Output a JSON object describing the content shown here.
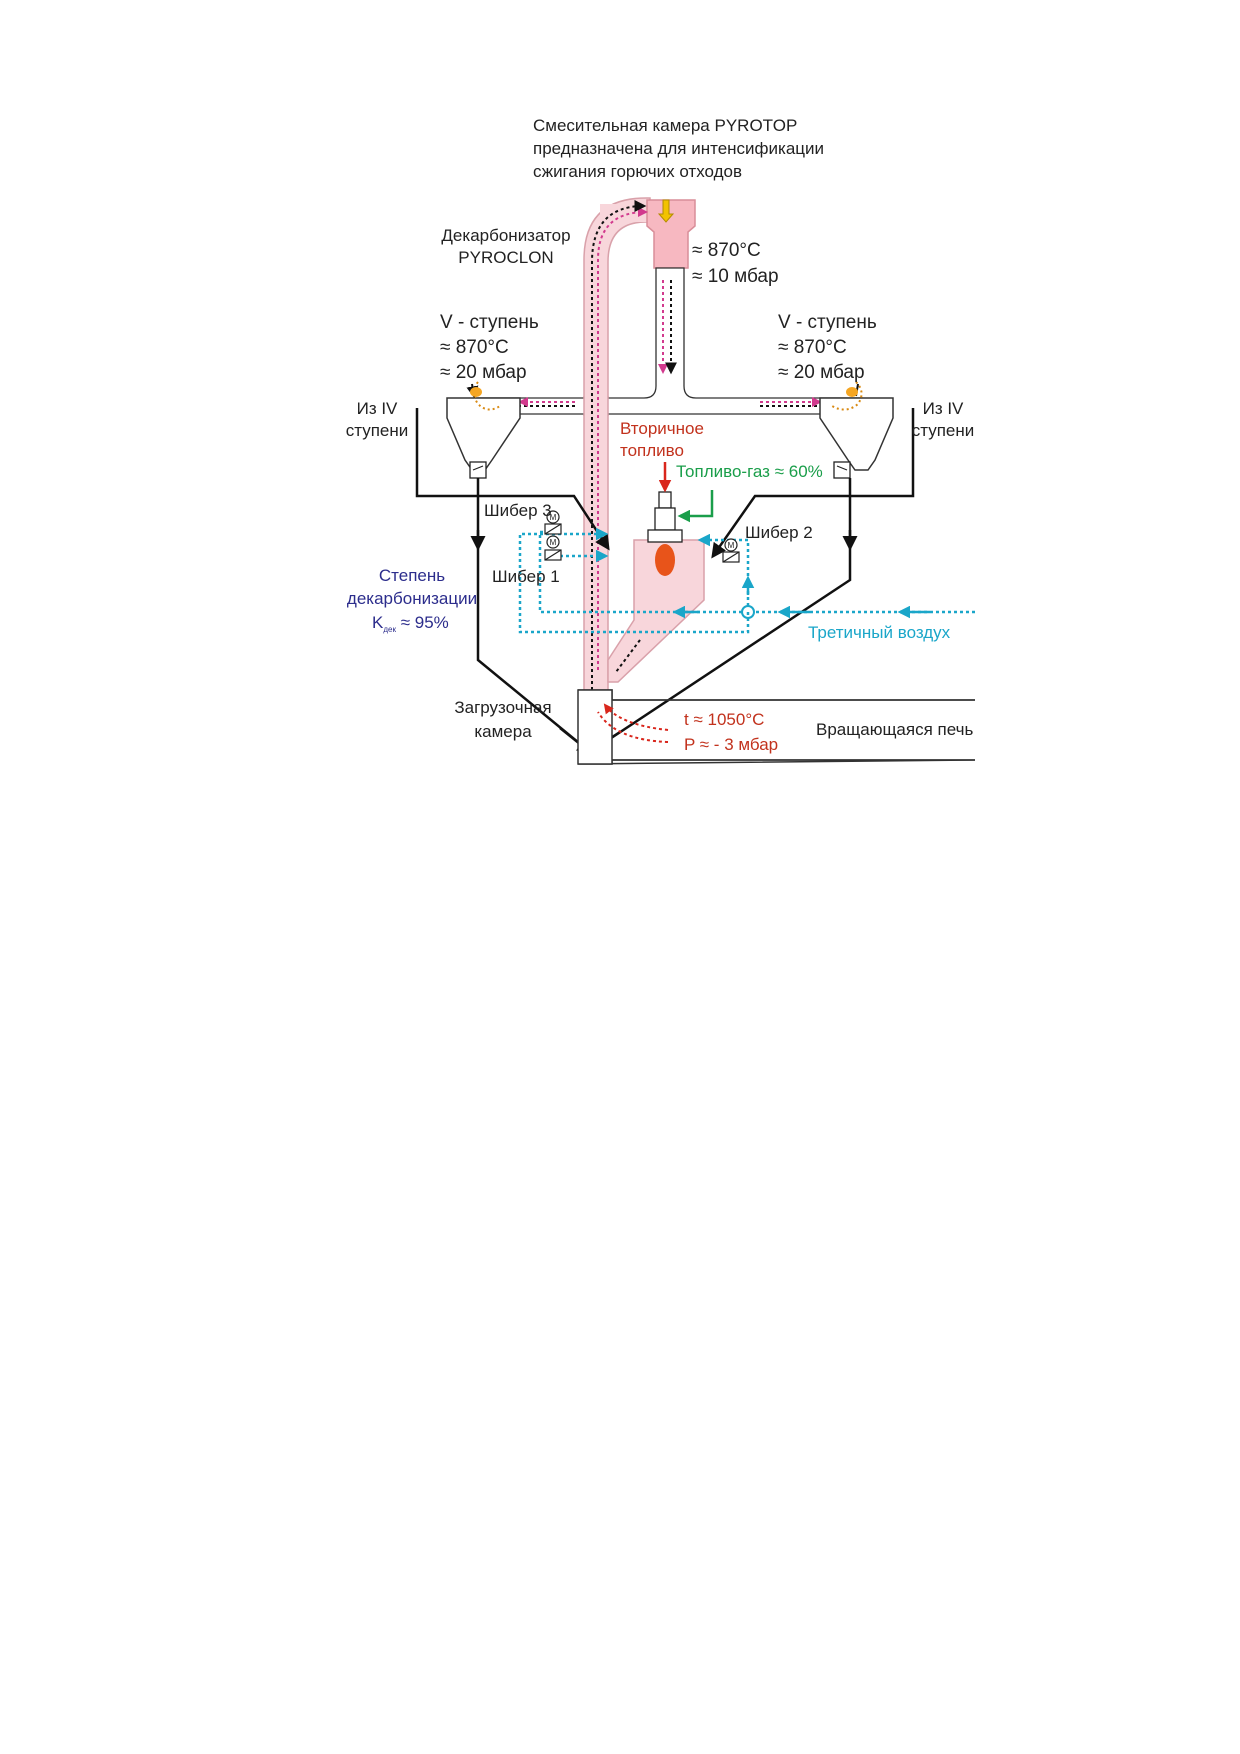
{
  "labels": {
    "pyrotop_line1": "Смесительная камера PYROTOP",
    "pyrotop_line2": "предназначена для интенсификации",
    "pyrotop_line3": "сжигания горючих отходов",
    "decarb_line1": "Декарбонизатор",
    "decarb_line2": "PYROCLON",
    "top_temp": "≈ 870°C",
    "top_pressure": "≈ 10 мбар",
    "stage_left_title": "V - ступень",
    "stage_left_temp": "≈ 870°C",
    "stage_left_pressure": "≈ 20 мбар",
    "stage_right_title": "V - ступень",
    "stage_right_temp": "≈ 870°C",
    "stage_right_pressure": "≈ 20 мбар",
    "from_iv_left_1": "Из IV",
    "from_iv_left_2": "ступени",
    "from_iv_right_1": "Из IV",
    "from_iv_right_2": "ступени",
    "secondary_fuel_1": "Вторичное",
    "secondary_fuel_2": "топливо",
    "fuel_gas": "Топливо-газ ≈ 60%",
    "damper_3": "Шибер 3",
    "damper_2": "Шибер 2",
    "damper_1": "Шибер 1",
    "decarb_degree_1": "Степень",
    "decarb_degree_2": "декарбонизации",
    "decarb_degree_k": "K",
    "decarb_degree_sub": "дек",
    "decarb_degree_val": " ≈  95%",
    "tertiary_air": "Третичный воздух",
    "loading_chamber_1": "Загрузочная",
    "loading_chamber_2": "камера",
    "kiln_temp": "t ≈ 1050°C",
    "kiln_pressure": "P ≈ - 3 мбар",
    "rotary_kiln": "Вращающаяся печь",
    "motor_symbol": "M"
  },
  "colors": {
    "duct_fill": "#f8d6db",
    "duct_stroke": "#e8a8b2",
    "chamber_fill": "#f7b8c1",
    "black_line": "#111111",
    "air_blue": "#1aa6c9",
    "fuel_green": "#1a9e4a",
    "fuel_red": "#d9261c",
    "flame": "#e8541a",
    "degree_text": "#2c2d8c",
    "magenta": "#d23a8e",
    "yellow_arrow": "#f2c200",
    "cyclone_fill": "#ffffff"
  }
}
